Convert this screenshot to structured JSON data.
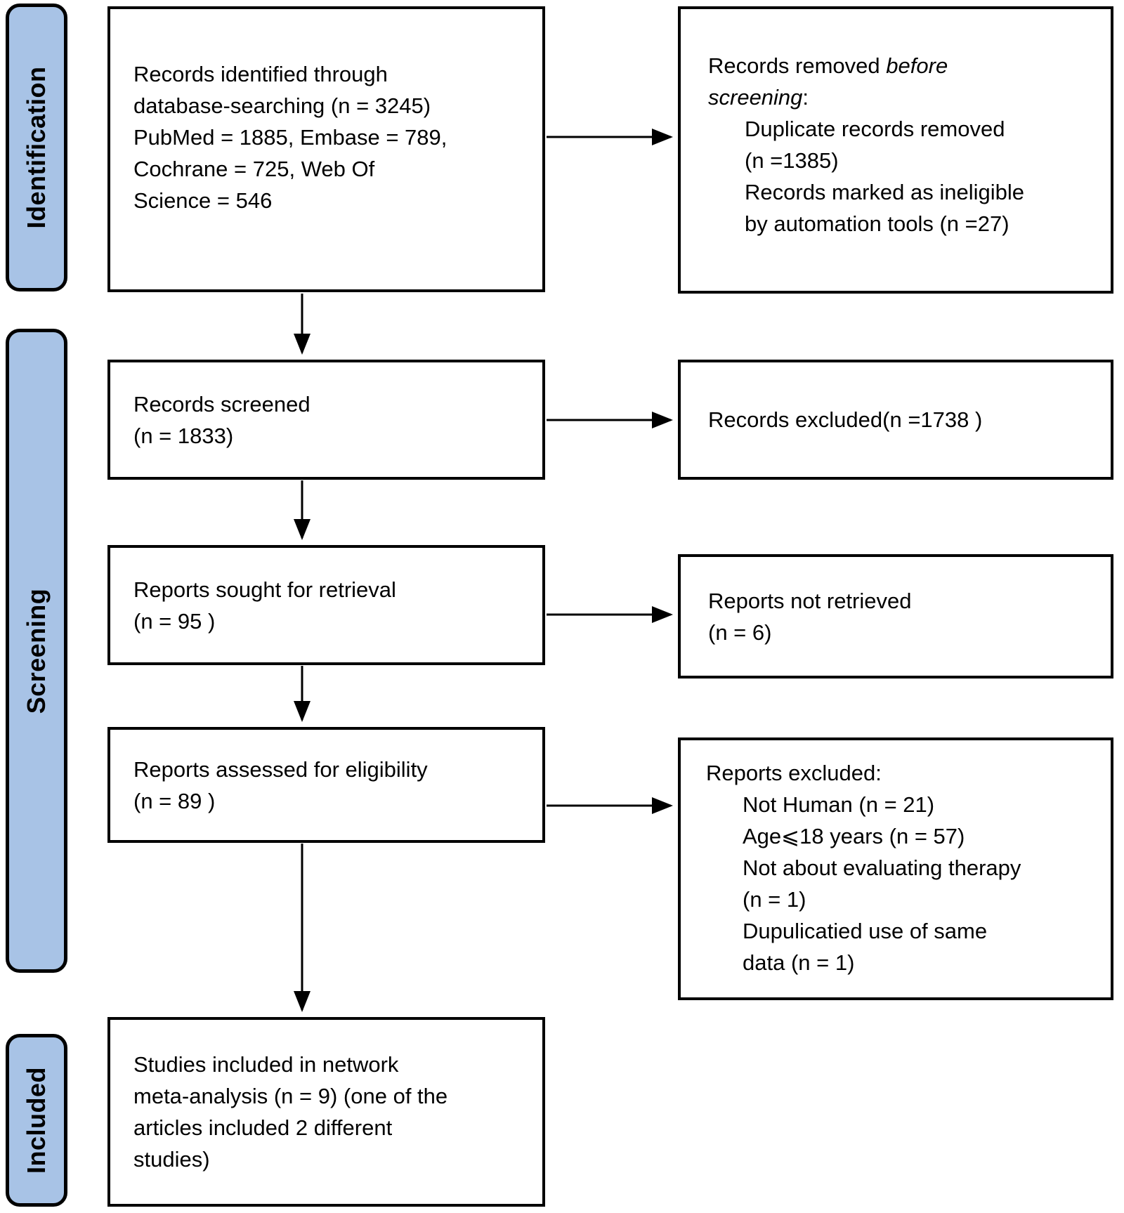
{
  "stages": [
    {
      "label": "Identification"
    },
    {
      "label": "Screening"
    },
    {
      "label": "Included"
    }
  ],
  "flow": {
    "identified": {
      "lines": [
        "Records identified through",
        "database-searching (n = 3245)",
        "PubMed = 1885, Embase = 789,",
        "Cochrane = 725, Web Of",
        "Science = 546"
      ]
    },
    "screened": {
      "lines": [
        "Records screened",
        "(n = 1833)"
      ]
    },
    "sought": {
      "lines": [
        "Reports sought for retrieval",
        "(n = 95 )"
      ]
    },
    "assessed": {
      "lines": [
        "Reports assessed for eligibility",
        "(n = 89 )"
      ]
    },
    "included": {
      "lines": [
        "Studies included in network",
        "meta-analysis (n = 9) (one of the",
        "articles included 2 different",
        "studies)"
      ]
    }
  },
  "exclusions": {
    "removed_before_screening": {
      "lines": [
        {
          "pre": "Records removed ",
          "it": "before"
        },
        {
          "it": "screening",
          "post": ":"
        },
        {
          "text": "Duplicate records removed",
          "indent": 1
        },
        {
          "text": "(n =1385)",
          "indent": 1
        },
        {
          "text": "Records marked as ineligible",
          "indent": 1
        },
        {
          "text": "by automation tools (n =27)",
          "indent": 1
        }
      ]
    },
    "records_excluded": {
      "lines": [
        "Records excluded(n =1738 )"
      ]
    },
    "not_retrieved": {
      "lines": [
        "Reports not retrieved",
        "(n = 6)"
      ]
    },
    "reports_excluded": {
      "lines": [
        {
          "text": "Reports excluded:"
        },
        {
          "text": "Not Human (n = 21)",
          "indent": 1
        },
        {
          "text": "Age⩽18 years (n = 57)",
          "indent": 1
        },
        {
          "text": "Not about evaluating therapy",
          "indent": 1
        },
        {
          "text": "(n = 1)",
          "indent": 1
        },
        {
          "text": "Dupulicatied use of same",
          "indent": 1
        },
        {
          "text": "data (n = 1)",
          "indent": 1
        }
      ]
    }
  },
  "colors": {
    "stage_fill": "#a8c3e6",
    "box_border": "#000000",
    "background": "#ffffff"
  }
}
